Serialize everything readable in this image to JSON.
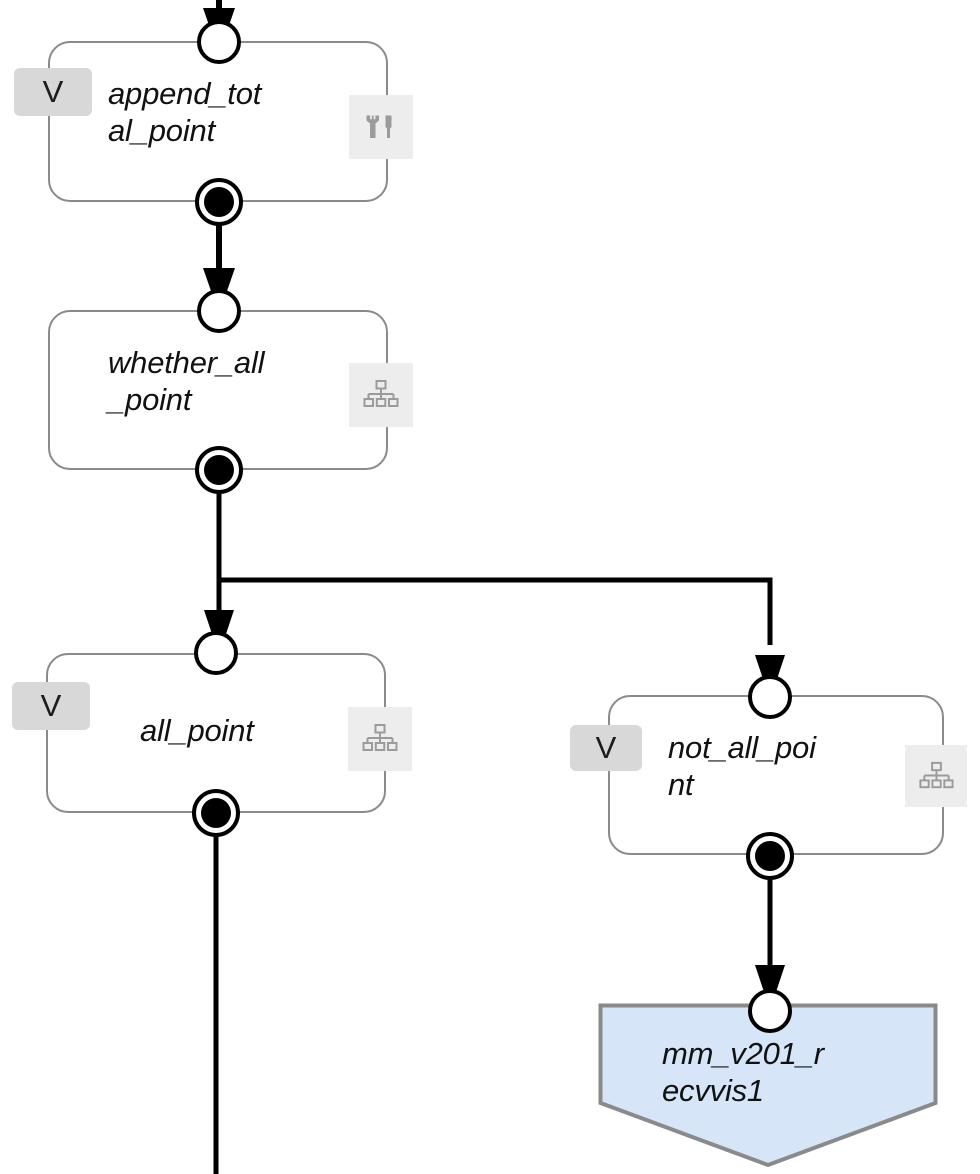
{
  "diagram": {
    "type": "bpmn-like-flowchart",
    "background_color": "#ffffff",
    "node_border_color": "#8a8a8a",
    "edge_color": "#000000",
    "badge_background": "#d8d8d8",
    "icon_background": "#ededed",
    "terminal_fill": "#d6e6f8",
    "terminal_border": "#8a8a8a"
  },
  "nodes": [
    {
      "id": "append_total_point",
      "label": "append_tot\nal_point",
      "badge": "V",
      "has_badge": true,
      "icon": "tools-icon",
      "shape": "rounded-rect"
    },
    {
      "id": "whether_all_point",
      "label": "whether_all\n_point",
      "badge": "",
      "has_badge": false,
      "icon": "hierarchy-icon",
      "shape": "rounded-rect"
    },
    {
      "id": "all_point",
      "label": "all_point",
      "badge": "V",
      "has_badge": true,
      "icon": "hierarchy-icon",
      "shape": "rounded-rect"
    },
    {
      "id": "not_all_point",
      "label": "not_all_poi\nnt",
      "badge": "V",
      "has_badge": true,
      "icon": "hierarchy-icon",
      "shape": "rounded-rect"
    },
    {
      "id": "mm_v201_recvvis1",
      "label": "mm_v201_r\necvvis1",
      "badge": "",
      "has_badge": false,
      "icon": "",
      "shape": "pentagon-terminal"
    }
  ],
  "ports": {
    "entry_name": "entry-port",
    "exit_name": "exit-port"
  },
  "edges": [
    {
      "from": "top-of-canvas",
      "to": "append_total_point"
    },
    {
      "from": "append_total_point",
      "to": "whether_all_point"
    },
    {
      "from": "whether_all_point",
      "to": "all_point"
    },
    {
      "from": "whether_all_point",
      "to": "not_all_point"
    },
    {
      "from": "not_all_point",
      "to": "mm_v201_recvvis1"
    },
    {
      "from": "all_point",
      "to": "bottom-of-canvas"
    }
  ]
}
